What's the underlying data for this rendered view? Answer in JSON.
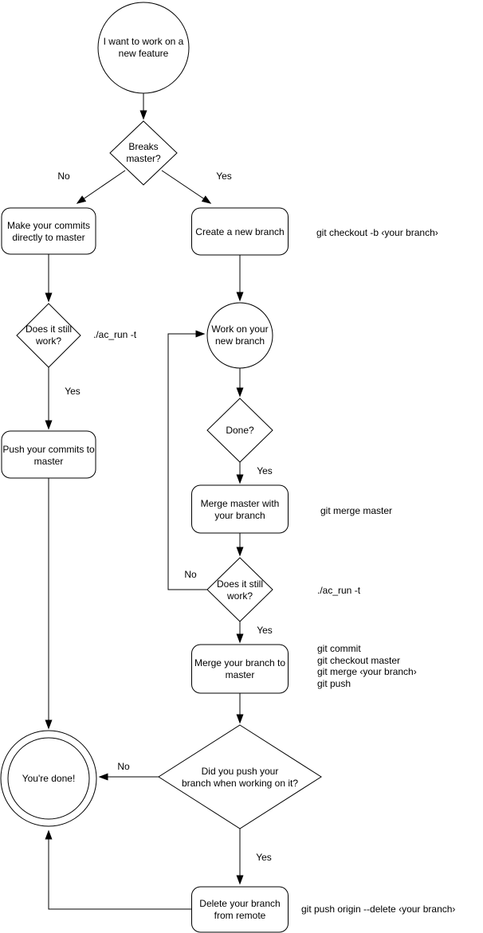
{
  "diagram": {
    "colors": {
      "stroke": "#000000",
      "text": "#000000",
      "background": "#ffffff"
    },
    "nodes": {
      "start": {
        "shape": "circle",
        "lines": [
          "I want to work on a",
          "new feature"
        ]
      },
      "breaks_master": {
        "shape": "decision",
        "lines": [
          "Breaks",
          "master?"
        ]
      },
      "make_commits": {
        "shape": "process",
        "lines": [
          "Make your commits",
          "directly to master"
        ]
      },
      "create_branch": {
        "shape": "process",
        "lines": [
          "Create a new branch"
        ]
      },
      "does_it_still_work_left": {
        "shape": "decision",
        "lines": [
          "Does it still",
          "work?"
        ]
      },
      "push_commits": {
        "shape": "process",
        "lines": [
          "Push your commits to",
          "master"
        ]
      },
      "work_on_branch": {
        "shape": "circle",
        "lines": [
          "Work on your",
          "new branch"
        ]
      },
      "done_question": {
        "shape": "decision",
        "lines": [
          "Done?"
        ]
      },
      "merge_master": {
        "shape": "process",
        "lines": [
          "Merge master with",
          "your branch"
        ]
      },
      "does_it_still_work_right": {
        "shape": "decision",
        "lines": [
          "Does it still",
          "work?"
        ]
      },
      "merge_branch": {
        "shape": "process",
        "lines": [
          "Merge your branch to",
          "master"
        ]
      },
      "did_you_push": {
        "shape": "decision",
        "lines": [
          "Did you push your",
          "branch when working on it?"
        ]
      },
      "youre_done": {
        "shape": "terminal",
        "lines": [
          "You're done!"
        ]
      },
      "delete_branch": {
        "shape": "process",
        "lines": [
          "Delete your branch",
          "from remote"
        ]
      }
    },
    "edge_labels": {
      "breaks_no": "No",
      "breaks_yes": "Yes",
      "still_works_left_yes": "Yes",
      "done_yes": "Yes",
      "still_works_right_no": "No",
      "still_works_right_yes": "Yes",
      "did_push_no": "No",
      "did_push_yes": "Yes"
    },
    "annotations": {
      "checkout_branch": "git checkout -b ‹your branch›",
      "ac_run_left": "./ac_run -t",
      "merge_master_cmd": "git merge master",
      "ac_run_right": "./ac_run -t",
      "merge_branch_cmds": [
        "git commit",
        "git checkout master",
        "git merge ‹your branch›",
        "git push"
      ],
      "delete_remote_cmd": "git push origin --delete ‹your branch›"
    }
  }
}
